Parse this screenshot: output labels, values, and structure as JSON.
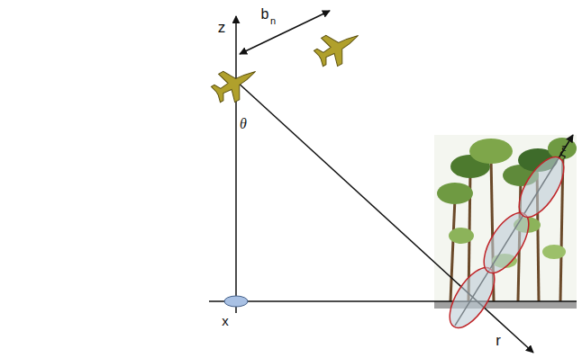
{
  "diagram": {
    "labels": [
      "z",
      "b",
      "n",
      "θ",
      "x",
      "r",
      "ξ"
    ]
  }
}
